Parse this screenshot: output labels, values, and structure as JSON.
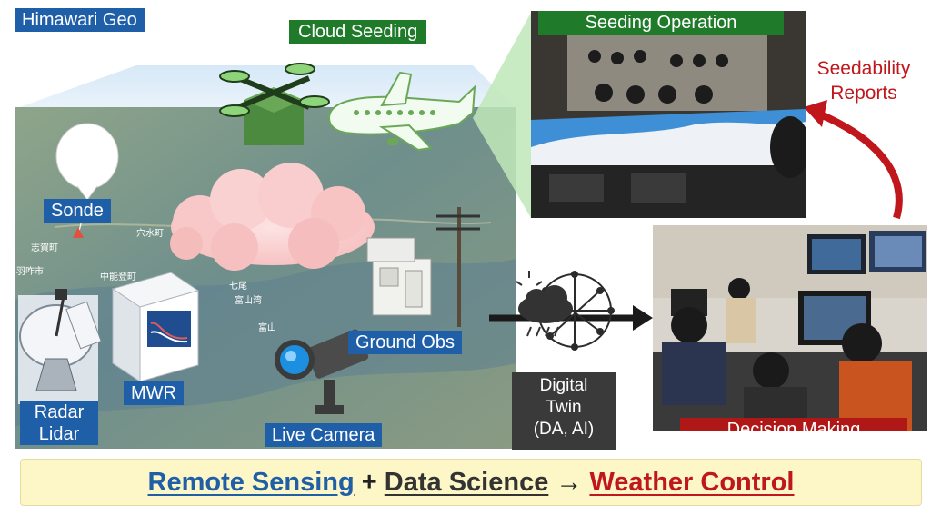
{
  "labels": {
    "himawari": "Himawari Geo",
    "cloud_seeding": "Cloud Seeding",
    "seeding_operation": "Seeding Operation",
    "seedability_line1": "Seedability",
    "seedability_line2": "Reports",
    "sonde": "Sonde",
    "mwr": "MWR",
    "radar_lidar_line1": "Radar",
    "radar_lidar_line2": "Lidar",
    "ground_obs": "Ground Obs",
    "live_camera": "Live Camera",
    "digital_twin_line1": "Digital",
    "digital_twin_line2": "Twin",
    "digital_twin_line3": "(DA, AI)",
    "decision_making": "Decision Making"
  },
  "map_place_names": [
    "穴水町",
    "志賀町",
    "羽咋市",
    "富山湾",
    "富山",
    "中能登町",
    "七尾"
  ],
  "banner": {
    "part1": "Remote Sensing",
    "plus": " + ",
    "part2": "Data Science",
    "arrow": " → ",
    "part3": "Weather Control"
  },
  "colors": {
    "tag_blue": "#1f5fa8",
    "tag_green": "#1f7a2a",
    "tag_red": "#b01818",
    "accent_red": "#c0171c",
    "banner_bg": "#fdf6c7"
  }
}
